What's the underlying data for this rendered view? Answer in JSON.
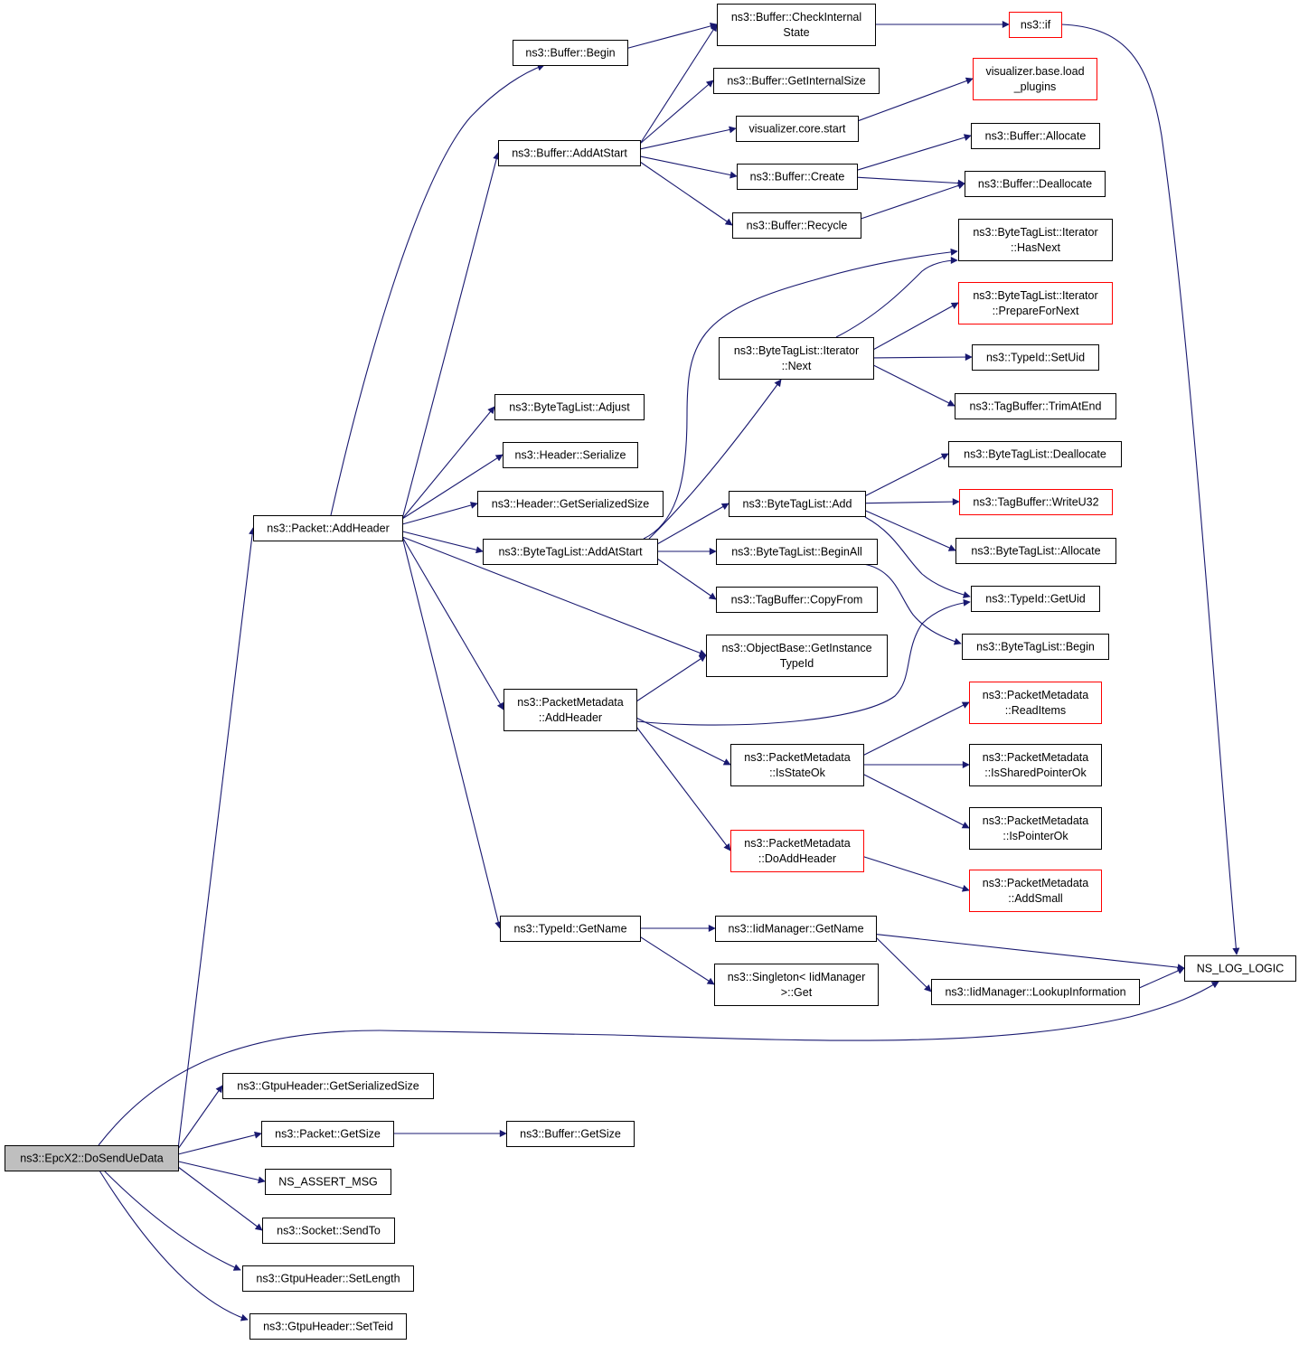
{
  "diagram_type": "call-graph",
  "colors": {
    "edge": "#191970",
    "box_default": "#000000",
    "box_external": "#ff0000",
    "root_fill": "#bfbfbf"
  },
  "nodes": {
    "epcx2_dosendue": {
      "lines": [
        "ns3::EpcX2::DoSendUeData"
      ],
      "style": "root"
    },
    "packet_addheader": {
      "lines": [
        "ns3::Packet::AddHeader"
      ],
      "style": "normal"
    },
    "buffer_begin": {
      "lines": [
        "ns3::Buffer::Begin"
      ],
      "style": "normal"
    },
    "buffer_checkinternal": {
      "lines": [
        "ns3::Buffer::CheckInternal",
        "State"
      ],
      "style": "normal"
    },
    "ns3_if": {
      "lines": [
        "ns3::if"
      ],
      "style": "external"
    },
    "buffer_getinternalsize": {
      "lines": [
        "ns3::Buffer::GetInternalSize"
      ],
      "style": "normal"
    },
    "vis_base_load": {
      "lines": [
        "visualizer.base.load",
        "_plugins"
      ],
      "style": "external"
    },
    "vis_core_start": {
      "lines": [
        "visualizer.core.start"
      ],
      "style": "normal"
    },
    "buffer_addatstart": {
      "lines": [
        "ns3::Buffer::AddAtStart"
      ],
      "style": "normal"
    },
    "buffer_allocate": {
      "lines": [
        "ns3::Buffer::Allocate"
      ],
      "style": "normal"
    },
    "buffer_create": {
      "lines": [
        "ns3::Buffer::Create"
      ],
      "style": "normal"
    },
    "buffer_deallocate": {
      "lines": [
        "ns3::Buffer::Deallocate"
      ],
      "style": "normal"
    },
    "buffer_recycle": {
      "lines": [
        "ns3::Buffer::Recycle"
      ],
      "style": "normal"
    },
    "btl_it_hasnext": {
      "lines": [
        "ns3::ByteTagList::Iterator",
        "::HasNext"
      ],
      "style": "normal"
    },
    "btl_it_prepare": {
      "lines": [
        "ns3::ByteTagList::Iterator",
        "::PrepareForNext"
      ],
      "style": "external"
    },
    "btl_it_next": {
      "lines": [
        "ns3::ByteTagList::Iterator",
        "::Next"
      ],
      "style": "normal"
    },
    "typeid_setuid": {
      "lines": [
        "ns3::TypeId::SetUid"
      ],
      "style": "normal"
    },
    "tagbuffer_trimatend": {
      "lines": [
        "ns3::TagBuffer::TrimAtEnd"
      ],
      "style": "normal"
    },
    "btl_adjust": {
      "lines": [
        "ns3::ByteTagList::Adjust"
      ],
      "style": "normal"
    },
    "header_serialize": {
      "lines": [
        "ns3::Header::Serialize"
      ],
      "style": "normal"
    },
    "header_getsersize": {
      "lines": [
        "ns3::Header::GetSerializedSize"
      ],
      "style": "normal"
    },
    "btl_deallocate": {
      "lines": [
        "ns3::ByteTagList::Deallocate"
      ],
      "style": "normal"
    },
    "btl_add": {
      "lines": [
        "ns3::ByteTagList::Add"
      ],
      "style": "normal"
    },
    "tagbuffer_writeu32": {
      "lines": [
        "ns3::TagBuffer::WriteU32"
      ],
      "style": "external"
    },
    "btl_addatstart": {
      "lines": [
        "ns3::ByteTagList::AddAtStart"
      ],
      "style": "normal"
    },
    "btl_beginall": {
      "lines": [
        "ns3::ByteTagList::BeginAll"
      ],
      "style": "normal"
    },
    "btl_allocate": {
      "lines": [
        "ns3::ByteTagList::Allocate"
      ],
      "style": "normal"
    },
    "typeid_getuid": {
      "lines": [
        "ns3::TypeId::GetUid"
      ],
      "style": "normal"
    },
    "tagbuffer_copyfrom": {
      "lines": [
        "ns3::TagBuffer::CopyFrom"
      ],
      "style": "normal"
    },
    "objectbase_getinstance": {
      "lines": [
        "ns3::ObjectBase::GetInstance",
        "TypeId"
      ],
      "style": "normal"
    },
    "btl_begin": {
      "lines": [
        "ns3::ByteTagList::Begin"
      ],
      "style": "normal"
    },
    "pm_addheader": {
      "lines": [
        "ns3::PacketMetadata",
        "::AddHeader"
      ],
      "style": "normal"
    },
    "pm_readitems": {
      "lines": [
        "ns3::PacketMetadata",
        "::ReadItems"
      ],
      "style": "external"
    },
    "pm_isstateok": {
      "lines": [
        "ns3::PacketMetadata",
        "::IsStateOk"
      ],
      "style": "normal"
    },
    "pm_issharedptr": {
      "lines": [
        "ns3::PacketMetadata",
        "::IsSharedPointerOk"
      ],
      "style": "normal"
    },
    "pm_isptrok": {
      "lines": [
        "ns3::PacketMetadata",
        "::IsPointerOk"
      ],
      "style": "normal"
    },
    "pm_doaddheader": {
      "lines": [
        "ns3::PacketMetadata",
        "::DoAddHeader"
      ],
      "style": "external"
    },
    "pm_addsmall": {
      "lines": [
        "ns3::PacketMetadata",
        "::AddSmall"
      ],
      "style": "external"
    },
    "typeid_getname": {
      "lines": [
        "ns3::TypeId::GetName"
      ],
      "style": "normal"
    },
    "iid_getname": {
      "lines": [
        "ns3::IidManager::GetName"
      ],
      "style": "normal"
    },
    "ns_log_logic": {
      "lines": [
        "NS_LOG_LOGIC"
      ],
      "style": "normal"
    },
    "singleton_get": {
      "lines": [
        "ns3::Singleton< IidManager",
        " >::Get"
      ],
      "style": "normal"
    },
    "iid_lookup": {
      "lines": [
        "ns3::IidManager::LookupInformation"
      ],
      "style": "normal"
    },
    "gtpu_getsersize": {
      "lines": [
        "ns3::GtpuHeader::GetSerializedSize"
      ],
      "style": "normal"
    },
    "packet_getsize": {
      "lines": [
        "ns3::Packet::GetSize"
      ],
      "style": "normal"
    },
    "buffer_getsize": {
      "lines": [
        "ns3::Buffer::GetSize"
      ],
      "style": "normal"
    },
    "ns_assert_msg": {
      "lines": [
        "NS_ASSERT_MSG"
      ],
      "style": "normal"
    },
    "socket_sendto": {
      "lines": [
        "ns3::Socket::SendTo"
      ],
      "style": "normal"
    },
    "gtpu_setlength": {
      "lines": [
        "ns3::GtpuHeader::SetLength"
      ],
      "style": "normal"
    },
    "gtpu_setteid": {
      "lines": [
        "ns3::GtpuHeader::SetTeid"
      ],
      "style": "normal"
    }
  },
  "edges": [
    [
      "epcx2_dosendue",
      "packet_addheader"
    ],
    [
      "epcx2_dosendue",
      "ns_log_logic"
    ],
    [
      "epcx2_dosendue",
      "gtpu_getsersize"
    ],
    [
      "epcx2_dosendue",
      "packet_getsize"
    ],
    [
      "epcx2_dosendue",
      "ns_assert_msg"
    ],
    [
      "epcx2_dosendue",
      "socket_sendto"
    ],
    [
      "epcx2_dosendue",
      "gtpu_setlength"
    ],
    [
      "epcx2_dosendue",
      "gtpu_setteid"
    ],
    [
      "packet_getsize",
      "buffer_getsize"
    ],
    [
      "packet_addheader",
      "buffer_begin"
    ],
    [
      "packet_addheader",
      "buffer_addatstart"
    ],
    [
      "packet_addheader",
      "btl_adjust"
    ],
    [
      "packet_addheader",
      "header_serialize"
    ],
    [
      "packet_addheader",
      "header_getsersize"
    ],
    [
      "packet_addheader",
      "btl_addatstart"
    ],
    [
      "packet_addheader",
      "objectbase_getinstance"
    ],
    [
      "packet_addheader",
      "pm_addheader"
    ],
    [
      "packet_addheader",
      "typeid_getname"
    ],
    [
      "buffer_begin",
      "buffer_checkinternal"
    ],
    [
      "buffer_checkinternal",
      "ns3_if"
    ],
    [
      "ns3_if",
      "ns_log_logic"
    ],
    [
      "buffer_addatstart",
      "buffer_checkinternal"
    ],
    [
      "buffer_addatstart",
      "buffer_getinternalsize"
    ],
    [
      "buffer_addatstart",
      "vis_core_start"
    ],
    [
      "buffer_addatstart",
      "buffer_create"
    ],
    [
      "buffer_addatstart",
      "buffer_recycle"
    ],
    [
      "vis_core_start",
      "vis_base_load"
    ],
    [
      "buffer_create",
      "buffer_allocate"
    ],
    [
      "buffer_create",
      "buffer_deallocate"
    ],
    [
      "buffer_recycle",
      "buffer_deallocate"
    ],
    [
      "btl_addatstart",
      "btl_it_hasnext"
    ],
    [
      "btl_addatstart",
      "btl_it_next"
    ],
    [
      "btl_addatstart",
      "btl_add"
    ],
    [
      "btl_addatstart",
      "btl_beginall"
    ],
    [
      "btl_addatstart",
      "tagbuffer_copyfrom"
    ],
    [
      "btl_it_next",
      "btl_it_hasnext"
    ],
    [
      "btl_it_next",
      "btl_it_prepare"
    ],
    [
      "btl_it_next",
      "typeid_setuid"
    ],
    [
      "btl_it_next",
      "tagbuffer_trimatend"
    ],
    [
      "btl_add",
      "btl_deallocate"
    ],
    [
      "btl_add",
      "tagbuffer_writeu32"
    ],
    [
      "btl_add",
      "btl_allocate"
    ],
    [
      "btl_add",
      "typeid_getuid"
    ],
    [
      "btl_beginall",
      "btl_begin"
    ],
    [
      "pm_addheader",
      "objectbase_getinstance"
    ],
    [
      "pm_addheader",
      "typeid_getuid"
    ],
    [
      "pm_addheader",
      "pm_isstateok"
    ],
    [
      "pm_addheader",
      "pm_doaddheader"
    ],
    [
      "pm_isstateok",
      "pm_readitems"
    ],
    [
      "pm_isstateok",
      "pm_issharedptr"
    ],
    [
      "pm_isstateok",
      "pm_isptrok"
    ],
    [
      "pm_doaddheader",
      "pm_addsmall"
    ],
    [
      "typeid_getname",
      "iid_getname"
    ],
    [
      "typeid_getname",
      "singleton_get"
    ],
    [
      "iid_getname",
      "ns_log_logic"
    ],
    [
      "iid_getname",
      "iid_lookup"
    ],
    [
      "iid_lookup",
      "ns_log_logic"
    ]
  ]
}
